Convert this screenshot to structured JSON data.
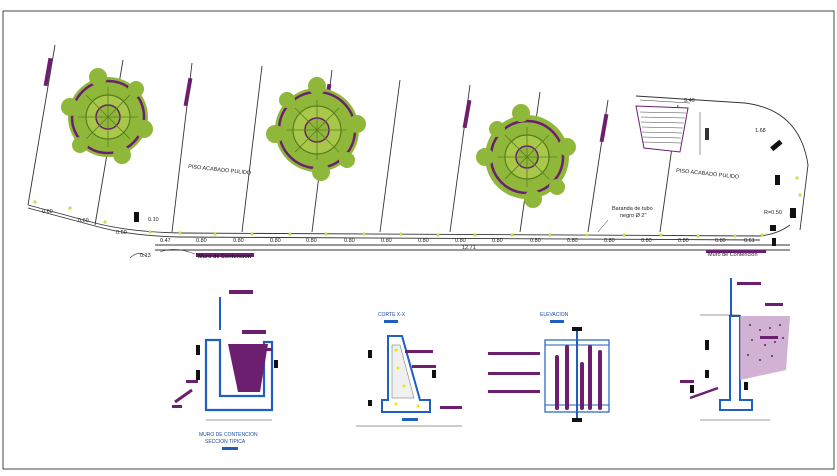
{
  "plan": {
    "labels": {
      "piso_acabado_1": "PISO ACABADO PULIDO",
      "piso_acabado_2": "PISO ACABADO PULIDO",
      "baranda_line1": "Baranda de tubo",
      "baranda_line2": "negro Ø 2\"",
      "muro_left": "Muro de Contencion",
      "muro_right": "Muro de Contencion",
      "total_dim": "12.71",
      "top_dim": "9.40",
      "radius": "R=0.50"
    },
    "dims": {
      "a": "0.60",
      "b": "0.60",
      "c": "0.60",
      "d": "0.47",
      "e": "0.80",
      "f": "0.61",
      "g": "0.10",
      "h": "0.13",
      "i": "1.68"
    }
  },
  "sections": {
    "muro_title": "MURO DE CONTENCION",
    "muro_subtitle": "SECCION TIPICA",
    "corte_title": "CORTE X-X",
    "elevacion_title": "ELEVACION"
  },
  "colors": {
    "line": "#1a1a1a",
    "purple": "#6b1f6e",
    "blue": "#1f5fbf",
    "foliage": "#8fb83a",
    "foliage_dark": "#5a7d1e",
    "yellow": "#e8e800"
  }
}
